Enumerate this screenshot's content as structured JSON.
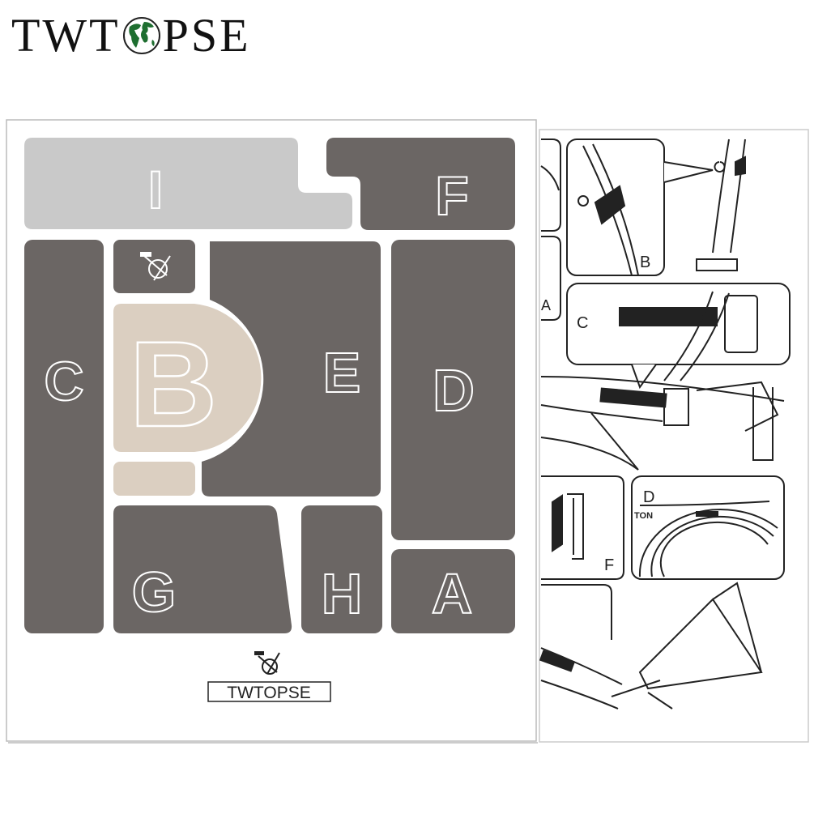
{
  "brand": {
    "pre": "TWT",
    "post": "PSE",
    "full": "TWTOPSE",
    "globe_icon": "globe-icon"
  },
  "sheet": {
    "pieces": {
      "I": "I",
      "F": "F",
      "C": "C",
      "B": "B",
      "E": "E",
      "D": "D",
      "G": "G",
      "H": "H",
      "A": "A"
    },
    "footer_logo": "TWTOPSE",
    "colors": {
      "dark": "#6b6664",
      "light": "#c9c9c9",
      "tan": "#dbcfc1"
    }
  },
  "diagram": {
    "labels": {
      "b": "B",
      "a": "A",
      "c": "C",
      "d": "D",
      "f": "F",
      "ton": "TON"
    }
  }
}
